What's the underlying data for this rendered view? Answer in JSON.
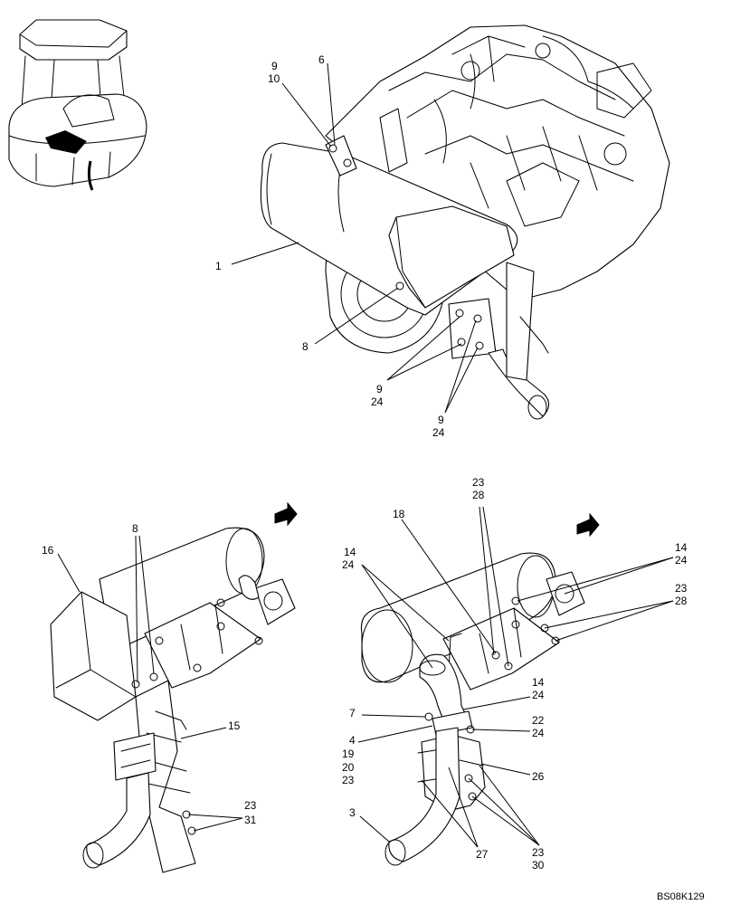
{
  "drawing_id": "BS08K129",
  "top_view": {
    "labels": {
      "l9": "9",
      "l10": "10",
      "l6": "6",
      "l1": "1",
      "l8": "8",
      "l9b": "9",
      "l24b": "24",
      "l9c": "9",
      "l24c": "24"
    }
  },
  "left_view": {
    "labels": {
      "l8": "8",
      "l16": "16",
      "l15": "15",
      "l23": "23",
      "l31": "31"
    }
  },
  "right_view": {
    "labels": {
      "l23": "23",
      "l28": "28",
      "l18": "18",
      "l14a": "14",
      "l24a": "24",
      "l14b": "14",
      "l24b": "24",
      "l23b": "23",
      "l28b": "28",
      "l14c": "14",
      "l24c": "24",
      "l7": "7",
      "l4": "4",
      "l19": "19",
      "l20": "20",
      "l23c": "23",
      "l22": "22",
      "l24d": "24",
      "l26": "26",
      "l3": "3",
      "l27": "27",
      "l23d": "23",
      "l30": "30"
    }
  }
}
